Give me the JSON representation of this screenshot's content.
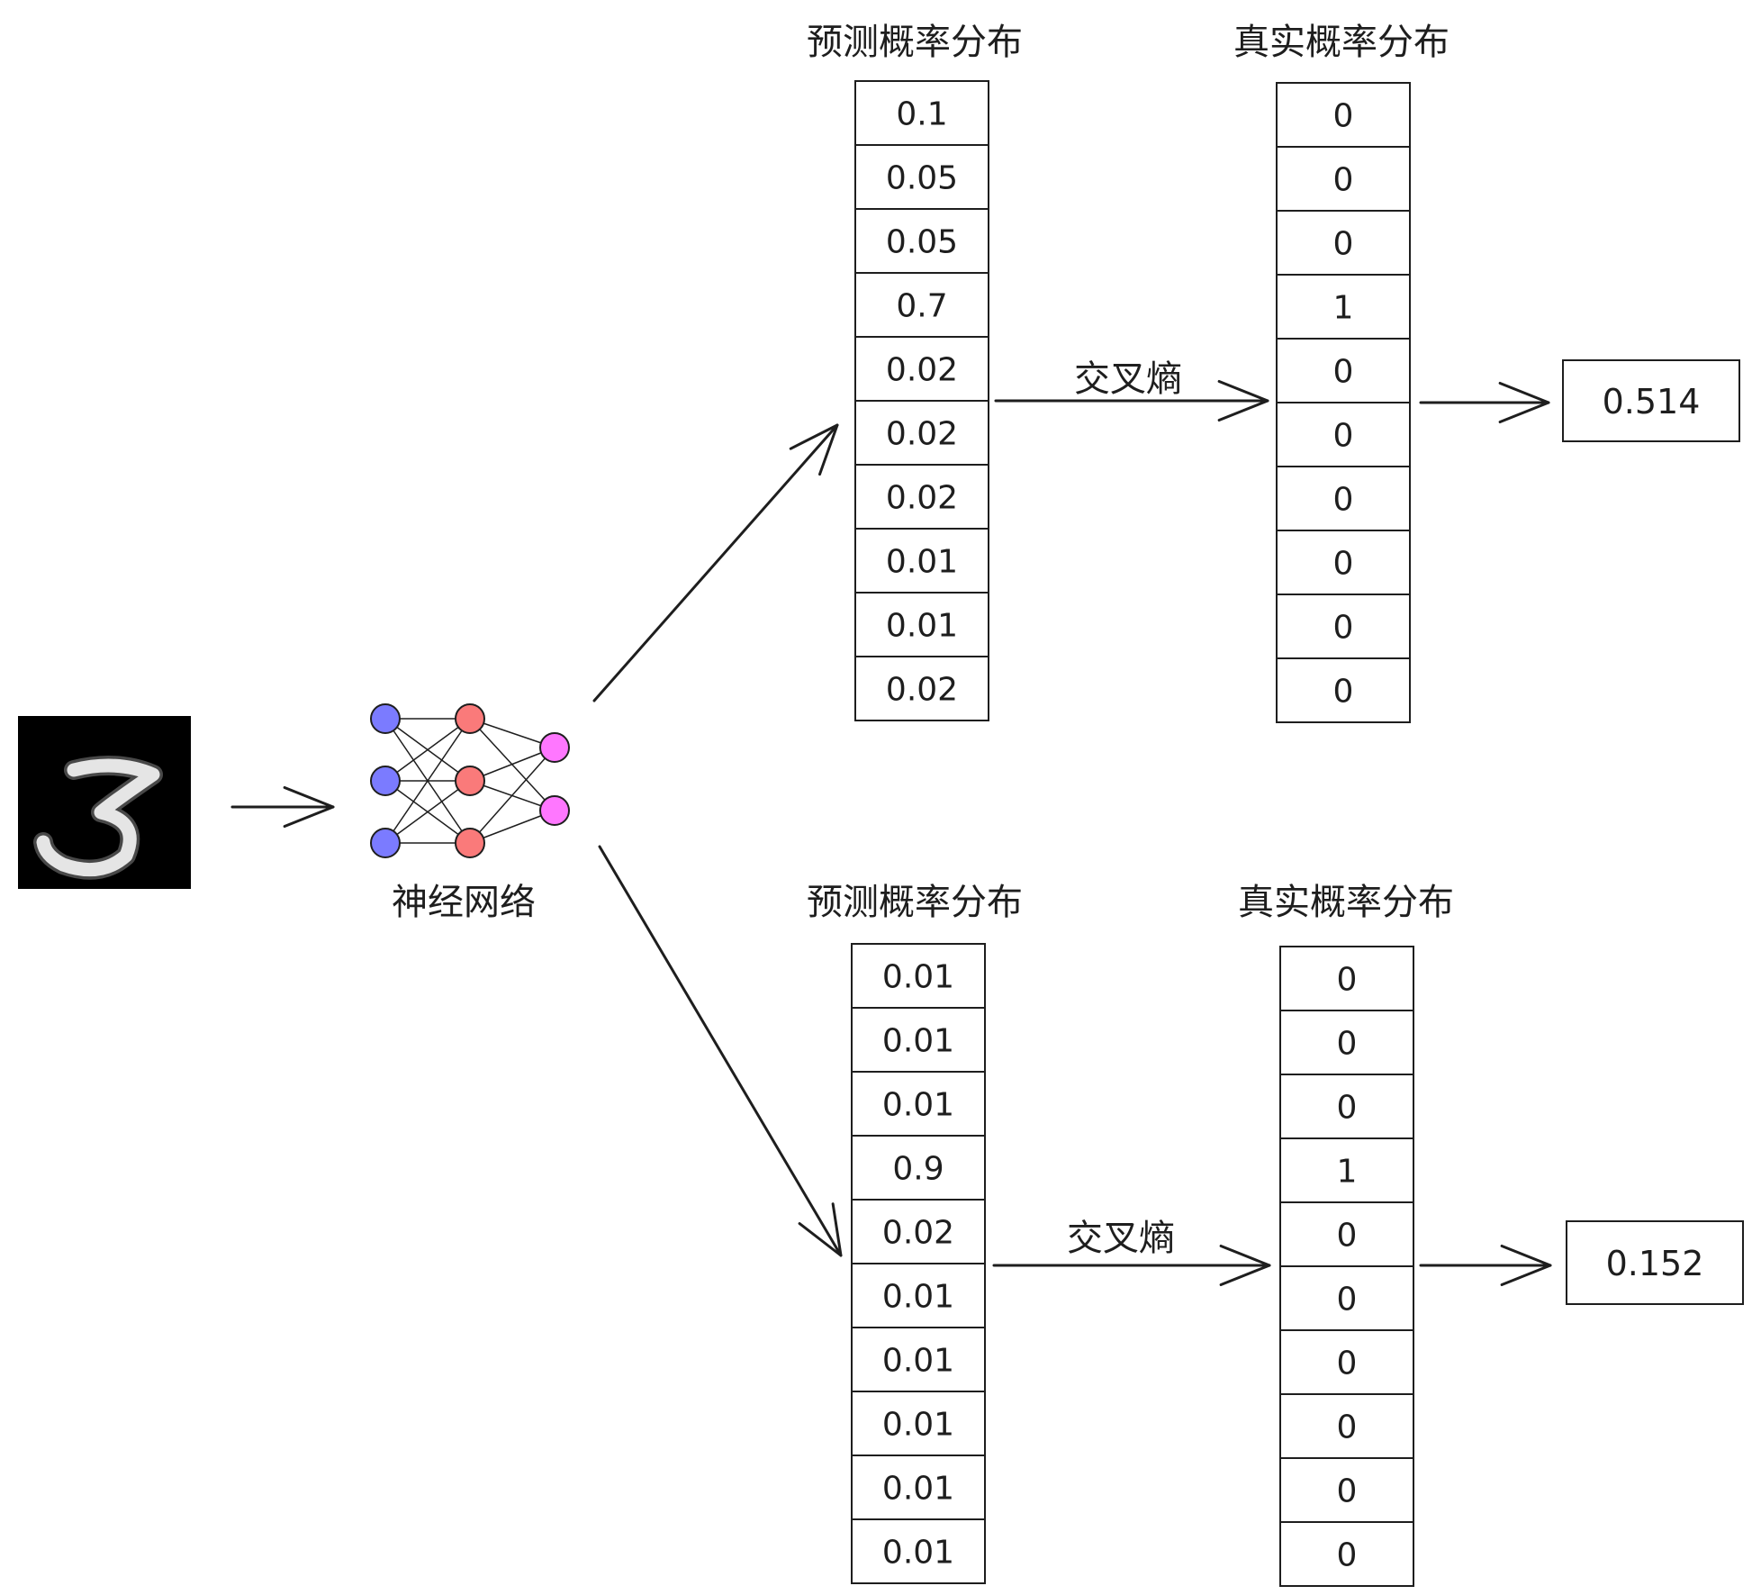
{
  "input_image": {
    "digit": "3"
  },
  "network": {
    "label": "神经网络",
    "colors": {
      "input_layer": "#7b7bff",
      "hidden_layer": "#fa7a7a",
      "output_layer": "#ff77ff"
    }
  },
  "cases": [
    {
      "pred_title": "预测概率分布",
      "pred_values": [
        "0.1",
        "0.05",
        "0.05",
        "0.7",
        "0.02",
        "0.02",
        "0.02",
        "0.01",
        "0.01",
        "0.02"
      ],
      "true_title": "真实概率分布",
      "true_values": [
        "0",
        "0",
        "0",
        "1",
        "0",
        "0",
        "0",
        "0",
        "0",
        "0"
      ],
      "op_label": "交叉熵",
      "result": "0.514"
    },
    {
      "pred_title": "预测概率分布",
      "pred_values": [
        "0.01",
        "0.01",
        "0.01",
        "0.9",
        "0.02",
        "0.01",
        "0.01",
        "0.01",
        "0.01",
        "0.01"
      ],
      "true_title": "真实概率分布",
      "true_values": [
        "0",
        "0",
        "0",
        "1",
        "0",
        "0",
        "0",
        "0",
        "0",
        "0"
      ],
      "op_label": "交叉熵",
      "result": "0.152"
    }
  ]
}
